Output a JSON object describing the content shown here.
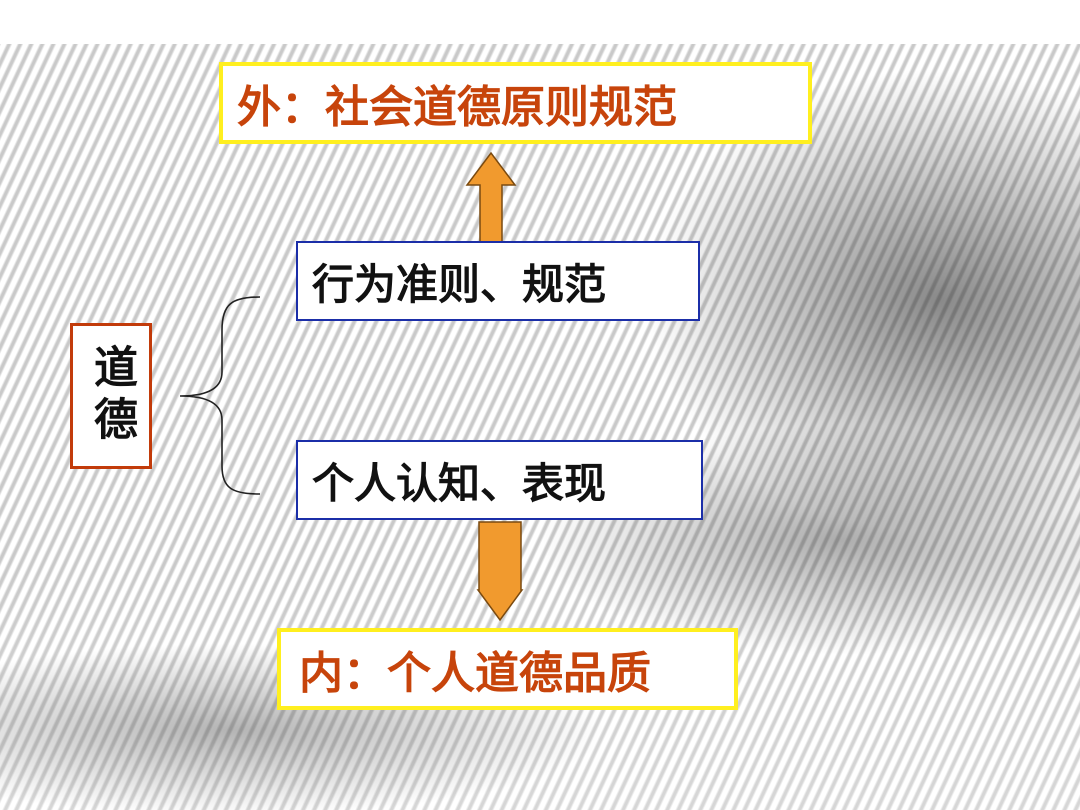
{
  "diagram": {
    "outer_label": "外：社会道德原则规范",
    "norms_label": "行为准则、规范",
    "moral_label": "道德",
    "cognition_label": "个人认知、表现",
    "inner_label": "内：个人道德品质"
  },
  "colors": {
    "accent_text": "#c7440b",
    "yellow_border": "#ffef1f",
    "blue_border": "#1b2ea8",
    "moral_border": "#c23b0a",
    "arrow_fill": "#f19a2e"
  }
}
